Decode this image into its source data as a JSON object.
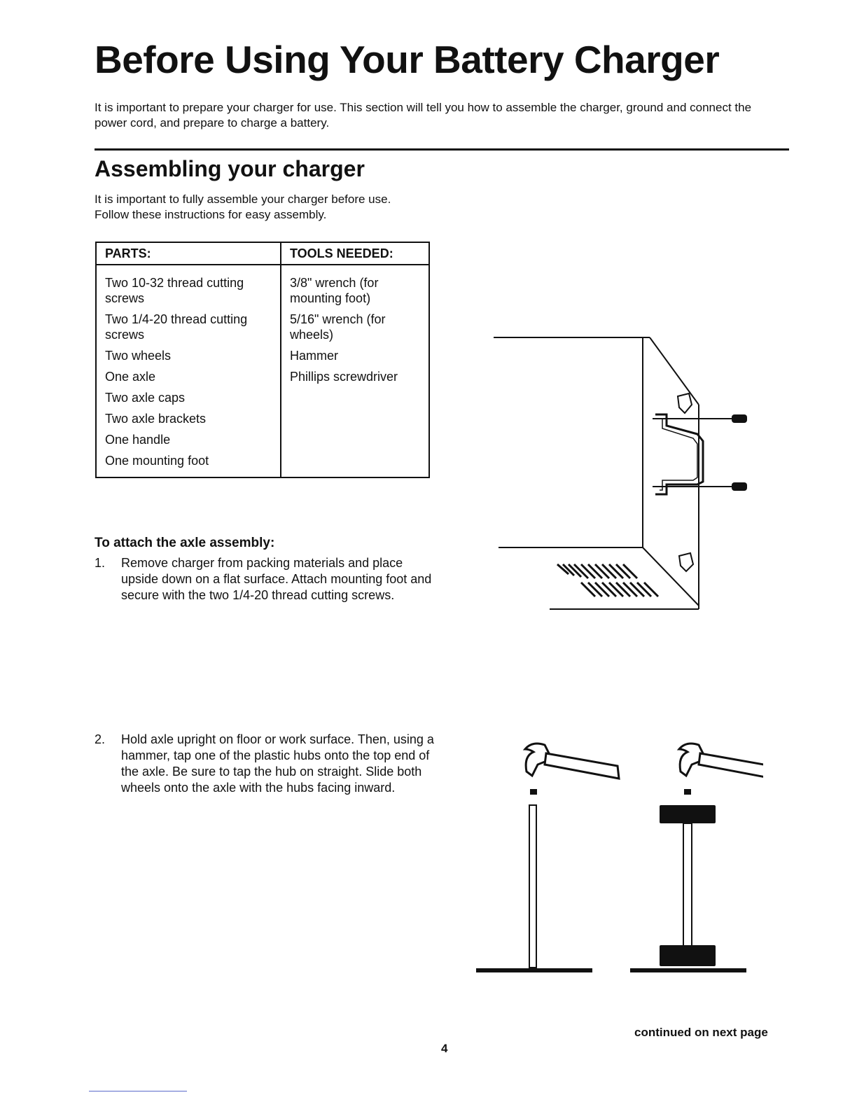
{
  "page": {
    "title": "Before Using Your Battery Charger",
    "intro": "It is important to prepare your charger for use. This section will tell you how to assemble the charger, ground and connect the power cord, and prepare to charge a battery."
  },
  "section": {
    "heading": "Assembling your charger",
    "intro_line1": "It is important to fully assemble your charger before use.",
    "intro_line2": "Follow these instructions for easy assembly."
  },
  "parts_table": {
    "headers": [
      "PARTS:",
      "TOOLS NEEDED:"
    ],
    "rows": [
      [
        "Two 10-32 thread cutting screws",
        "3/8\" wrench (for mounting foot)"
      ],
      [
        "Two 1/4-20 thread cutting screws",
        "5/16\" wrench (for wheels)"
      ],
      [
        "Two wheels",
        "Hammer"
      ],
      [
        "One axle",
        "Phillips screwdriver"
      ],
      [
        "Two axle caps",
        ""
      ],
      [
        "Two axle brackets",
        ""
      ],
      [
        "One handle",
        ""
      ],
      [
        "One mounting foot",
        ""
      ]
    ]
  },
  "axle": {
    "heading": "To attach the axle assembly:",
    "steps": [
      {
        "num": "1.",
        "text": "Remove charger from packing materials and place upside down on a flat surface. Attach mounting foot and secure with the two 1/4-20 thread cutting screws."
      },
      {
        "num": "2.",
        "text": "Hold axle upright on floor or work surface. Then, using a hammer, tap one of the plastic hubs onto the top end of the axle. Be sure to tap the hub on straight. Slide both wheels onto the axle with the hubs facing inward."
      }
    ]
  },
  "footer": {
    "continued": "continued on next page",
    "page_number": "4"
  }
}
